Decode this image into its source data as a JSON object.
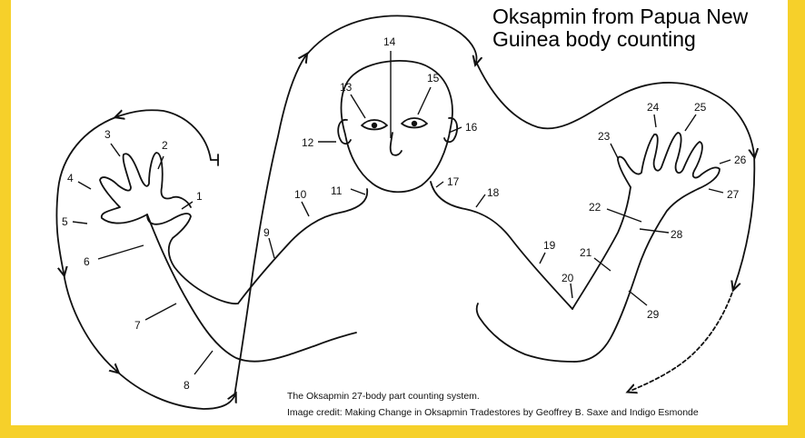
{
  "title": "Oksapmin from Papua New Guinea body counting",
  "caption": {
    "line1": "The Oksapmin 27-body part counting system.",
    "line2": "Image credit: Making Change in Oksapmin Tradestores  by Geoffrey B. Saxe and Indigo Esmonde"
  },
  "body_part_numbers": [
    "1",
    "2",
    "3",
    "4",
    "5",
    "6",
    "7",
    "8",
    "9",
    "10",
    "11",
    "12",
    "13",
    "14",
    "15",
    "16",
    "17",
    "18",
    "19",
    "20",
    "21",
    "22",
    "23",
    "24",
    "25",
    "26",
    "27",
    "28",
    "29"
  ],
  "colors": {
    "border": "#f6d02a",
    "background": "#ffffff",
    "ink": "#111111"
  }
}
